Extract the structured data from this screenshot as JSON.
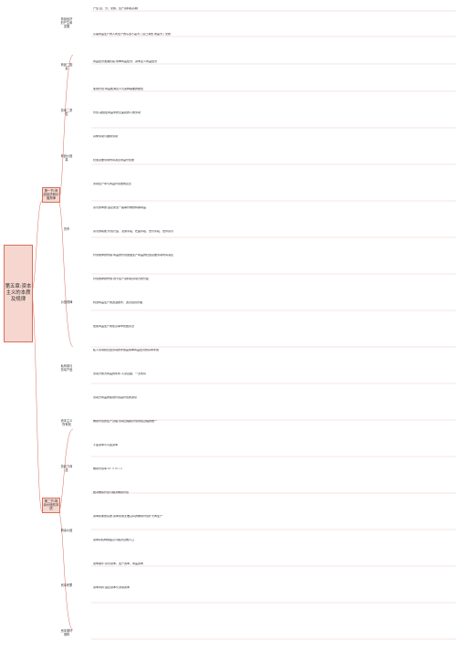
{
  "root": {
    "title": "第五章:资本主义的本质及规律"
  },
  "chapters": [
    {
      "id": "ch1",
      "title": "第一节:商品经济和价值规律"
    },
    {
      "id": "ch2",
      "title": "第二节:剩余价值的本质"
    }
  ],
  "sections": [
    {
      "title": "商品经济的产生和发展"
    },
    {
      "title": "商品二因素"
    },
    {
      "title": "劳动二重性"
    },
    {
      "title": "商品价值量"
    },
    {
      "title": "货币"
    },
    {
      "title": "价值规律"
    },
    {
      "title": "私有制与劳动产品"
    },
    {
      "title": "资本主义所有制"
    },
    {
      "title": "劳动力商品"
    },
    {
      "title": "剩余价值"
    },
    {
      "title": "资本积累"
    },
    {
      "title": "资本循环周转"
    }
  ],
  "rows": [
    "产生:自、分、交换、生产资料私有制",
    "从事商品生产的人所生产的东西不是为了自己消费,而是为了交换",
    "商品经济发展阶段:简单商品经济、资本主义商品经济",
    "使用价值:商品能满足人们某种需要的属性",
    "价值:凝结在商品中的无差别的人类劳动",
    "具体劳动与抽象劳动",
    "社会必要劳动时间决定商品价值量",
    "劳动生产率与商品价值量成反比",
    "货币的本质:固定充当一般等价物的特殊商品",
    "货币的职能:价值尺度、流通手段、贮藏手段、支付手段、世界货币",
    "价值规律的内容:商品的价值量由生产商品的社会必要劳动时间决定",
    "价值规律的作用:调节生产资料和劳动力的分配",
    "刺激商品生产者改进技术、改善经营管理",
    "促使商品生产者在竞争中优胜劣汰",
    "私人劳动和社会劳动的矛盾是简单商品经济的基本矛盾",
    "劳动力成为商品的条件:人身自由、一无所有",
    "劳动力商品的使用价值是价值的源泉",
    "剩余价值的生产过程:劳动过程和价值增殖过程的统一",
    "不变资本与可变资本",
    "剩余价值率:m' = m / v",
    "绝对剩余价值与相对剩余价值",
    "资本积累的实质:资本家用无偿占有的剩余价值扩大再生产",
    "资本有机构成提高与相对过剩人口",
    "资本循环:货币资本、生产资本、商品资本",
    "资本周转:固定资本与流动资本"
  ]
}
